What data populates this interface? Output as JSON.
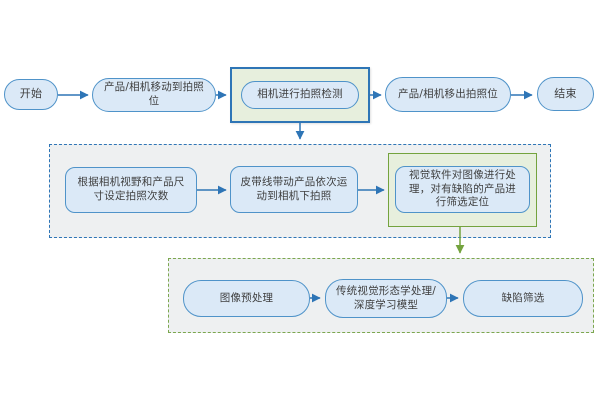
{
  "colors": {
    "blue_accent": "#2e75b6",
    "green_accent": "#74a33e",
    "node_border": "#4f93c9",
    "node_fill": "#dbe9f7",
    "highlight_fill": "#e7efdd",
    "container_fill": "#eef0f1",
    "text": "#3f3f3f"
  },
  "top_flow": {
    "start": "开始",
    "move_to_position": "产品/相机移动到拍照位",
    "camera_inspection": "相机进行拍照检测",
    "move_out_position": "产品/相机移出拍照位",
    "end": "结束"
  },
  "middle_flow": {
    "set_shot_count": "根据相机视野和产品尺寸设定拍照次数",
    "belt_moves_product": "皮带线带动产品依次运动到相机下拍照",
    "vision_processing": "视觉软件对图像进行处理，对有缺陷的产品进行筛选定位"
  },
  "bottom_flow": {
    "preprocess": "图像预处理",
    "morphology_dl": "传统视觉形态学处理/深度学习模型",
    "defect_screening": "缺陷筛选"
  }
}
